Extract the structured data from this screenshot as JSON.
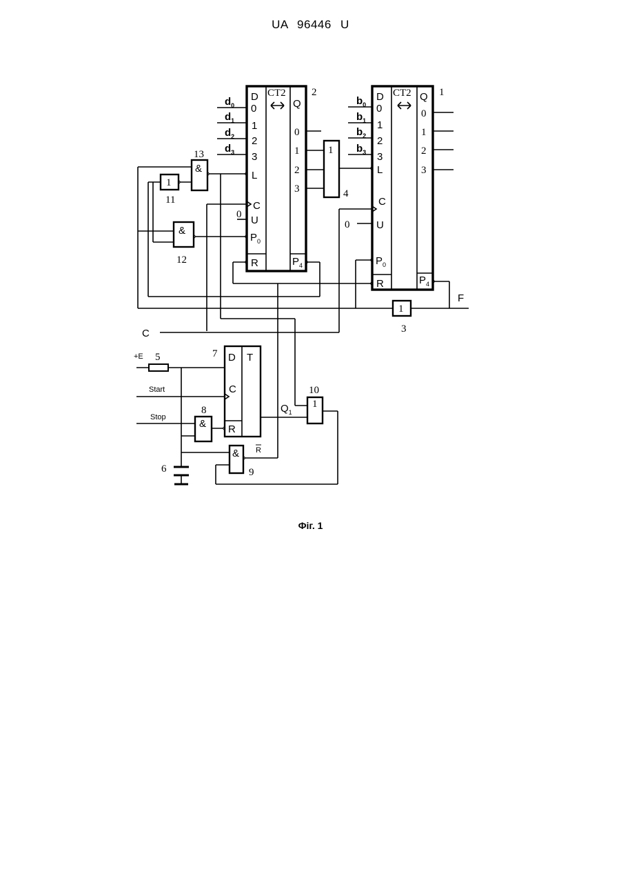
{
  "header": {
    "doc_number": "UA   96446   U"
  },
  "caption": "Фіг. 1",
  "counter2": {
    "num": "2",
    "ct": "CT2",
    "d_pins": [
      "D",
      "0",
      "1",
      "2",
      "3"
    ],
    "q": "Q",
    "q_pins": [
      "0",
      "1",
      "2",
      "3"
    ],
    "L": "L",
    "C": "C",
    "U": "U",
    "P0": "P",
    "P0_sub": "0",
    "R": "R",
    "P4": "P",
    "P4_sub": "4",
    "in_d": [
      {
        "base": "d",
        "sub": "0"
      },
      {
        "base": "d",
        "sub": "1"
      },
      {
        "base": "d",
        "sub": "2"
      },
      {
        "base": "d",
        "sub": "3"
      }
    ],
    "u_val": "0"
  },
  "counter1": {
    "num": "1",
    "ct": "CT2",
    "d_pins": [
      "D",
      "0",
      "1",
      "2",
      "3"
    ],
    "q": "Q",
    "q_pins": [
      "0",
      "1",
      "2",
      "3"
    ],
    "L": "L",
    "C": "C",
    "U": "U",
    "P0": "P",
    "P0_sub": "0",
    "R": "R",
    "P4": "P",
    "P4_sub": "4",
    "in_b": [
      {
        "base": "b",
        "sub": "0"
      },
      {
        "base": "b",
        "sub": "1"
      },
      {
        "base": "b",
        "sub": "2"
      },
      {
        "base": "b",
        "sub": "3"
      }
    ],
    "u_val": "0"
  },
  "gates": {
    "g4": {
      "sym": "1",
      "num": "4"
    },
    "g3": {
      "sym": "1",
      "num": "3"
    },
    "g13": {
      "sym": "&",
      "num": "13"
    },
    "g11": {
      "sym": "1",
      "num": "11"
    },
    "g12": {
      "sym": "&",
      "num": "12"
    },
    "g8": {
      "sym": "&",
      "num": "8"
    },
    "g9": {
      "sym": "&",
      "num": "9"
    },
    "g10": {
      "sym": "1",
      "num": "10"
    }
  },
  "trigger7": {
    "num": "7",
    "D": "D",
    "T": "T",
    "C": "C",
    "R": "R"
  },
  "resistor": {
    "num": "5",
    "supply": "+E"
  },
  "capacitor": {
    "num": "6"
  },
  "signals": {
    "C": "C",
    "F": "F",
    "start": "Start",
    "stop": "Stop",
    "q1": "Q",
    "q1_sub": "1",
    "rbar": "R"
  }
}
